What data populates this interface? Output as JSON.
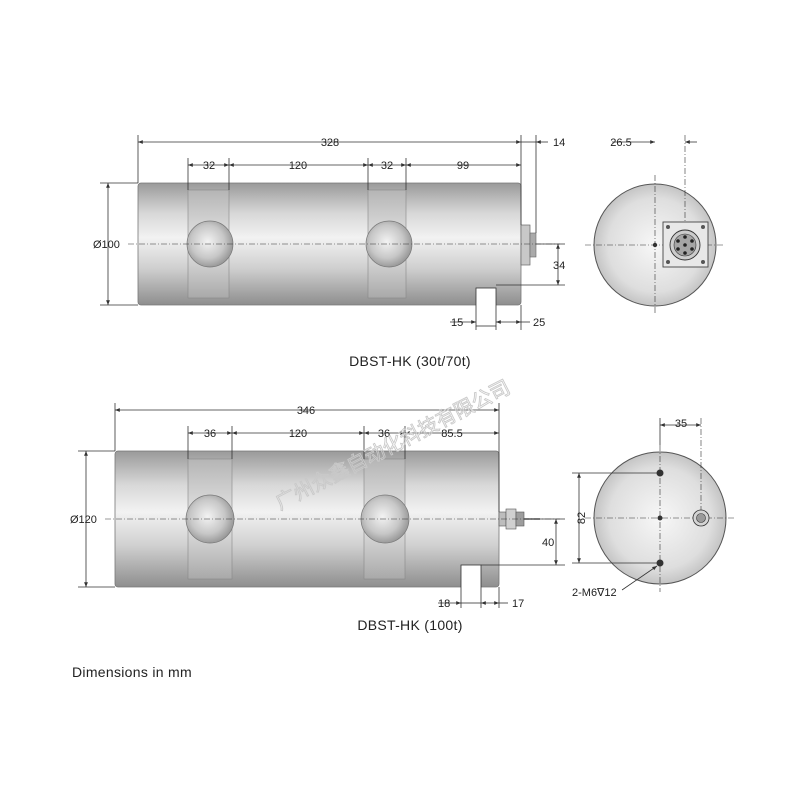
{
  "drawing1": {
    "title": "DBST-HK (30t/70t)",
    "dims": {
      "total_length": "328",
      "seg_a": "32",
      "seg_b": "120",
      "seg_c": "32",
      "seg_d": "99",
      "diameter": "Ø100",
      "connector_len": "14",
      "height_34": "34",
      "foot_left": "15",
      "foot_right": "25",
      "end_offset": "26.5"
    }
  },
  "drawing2": {
    "title": "DBST-HK (100t)",
    "dims": {
      "total_length": "346",
      "seg_a": "36",
      "seg_b": "120",
      "seg_c": "36",
      "seg_d": "85.5",
      "diameter": "Ø120",
      "height_40": "40",
      "foot_left": "18",
      "foot_right": "17",
      "end_offset": "35",
      "bolt_circle": "82",
      "thread_spec": "2-M6∇12"
    }
  },
  "footer": {
    "units_note": "Dimensions in mm"
  },
  "watermark": {
    "text": "广州众鑫自动化科技有限公司"
  }
}
